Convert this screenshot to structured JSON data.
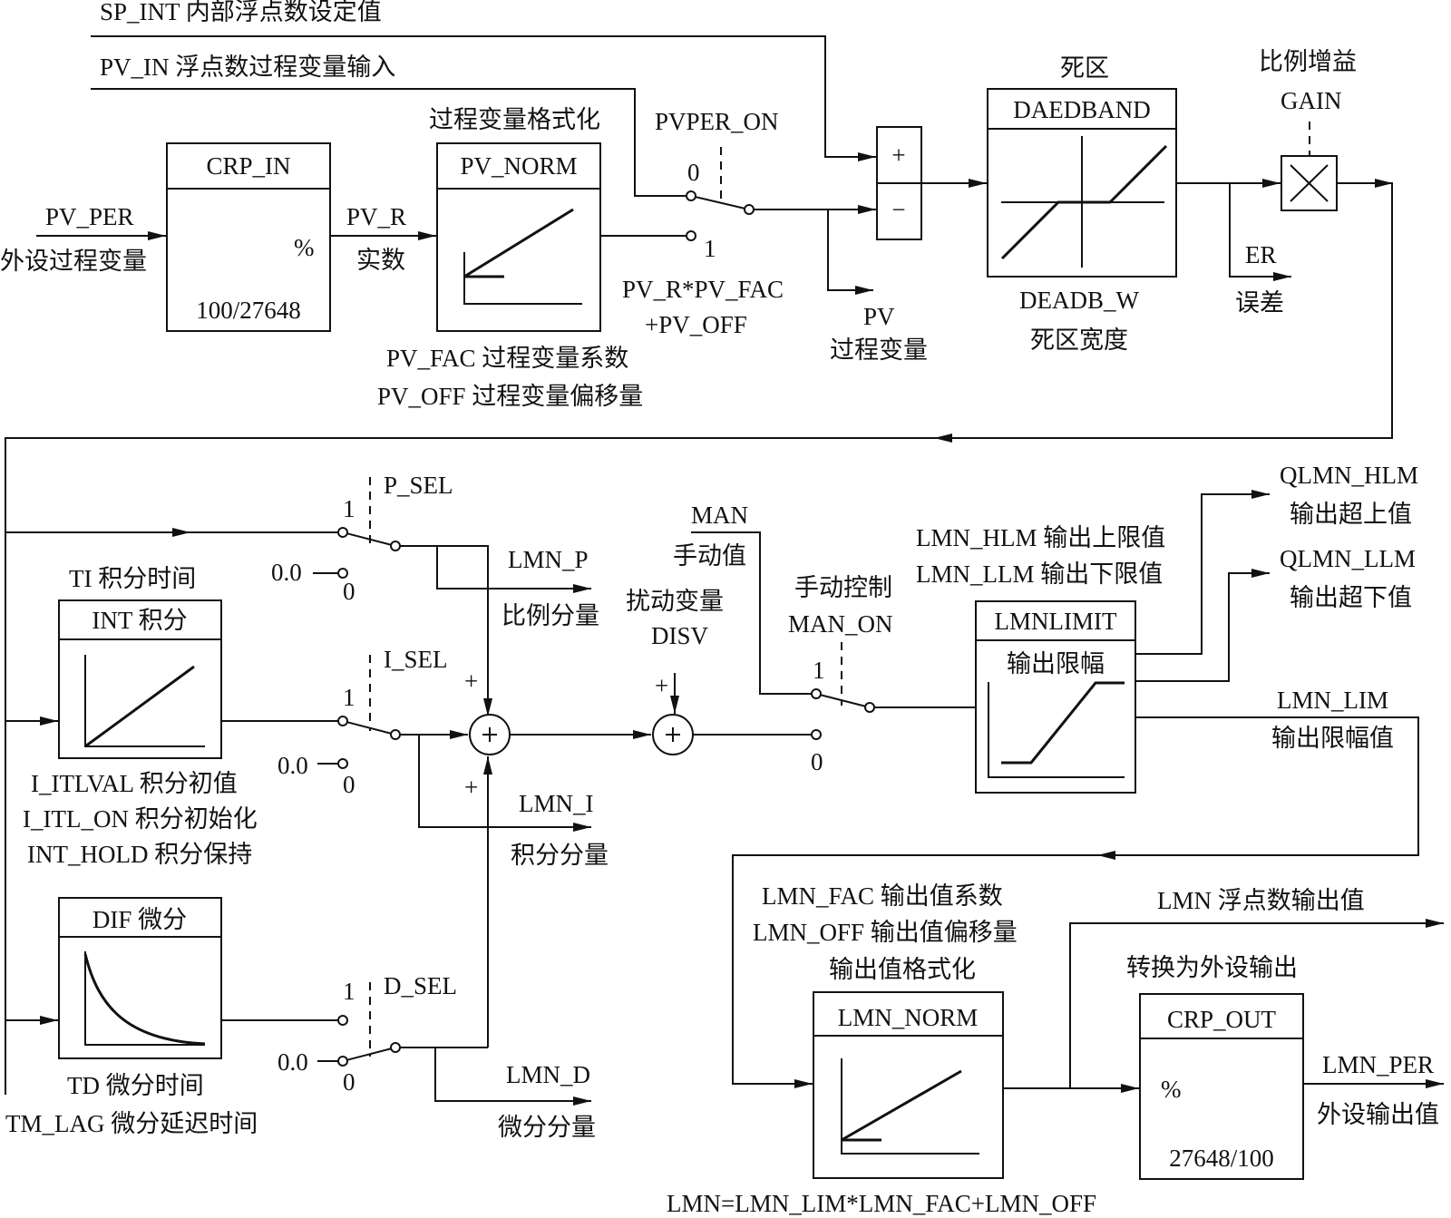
{
  "top": {
    "sp_int": "SP_INT 内部浮点数设定值",
    "pv_in": "PV_IN 浮点数过程变量输入",
    "pv_per": "PV_PER",
    "pv_per_desc": "外设过程变量",
    "pv_r": "PV_R",
    "pv_r_desc": "实数",
    "crp_in": {
      "title": "CRP_IN",
      "sym": "%",
      "ratio": "100/27648"
    },
    "pv_norm": {
      "caption": "过程变量格式化",
      "title": "PV_NORM"
    },
    "pv_fac": "PV_FAC 过程变量系数",
    "pv_off": "PV_OFF 过程变量偏移量",
    "pvper_on": "PVPER_ON",
    "sw0": "0",
    "sw1": "1",
    "pv_formula1": "PV_R*PV_FAC",
    "pv_formula2": "+PV_OFF",
    "sum_plus": "+",
    "sum_minus": "−",
    "pv": "PV",
    "pv_desc": "过程变量",
    "deadband": {
      "caption": "死区",
      "title": "DAEDBAND",
      "param": "DEADB_W",
      "param_desc": "死区宽度"
    },
    "gain_caption": "比例增益",
    "gain": "GAIN",
    "er": "ER",
    "er_desc": "误差"
  },
  "middle": {
    "p_sel": "P_SEL",
    "i_sel": "I_SEL",
    "d_sel": "D_SEL",
    "one": "1",
    "zero": "0",
    "zero_val": "0.0",
    "lmn_p": "LMN_P",
    "lmn_p_desc": "比例分量",
    "lmn_i": "LMN_I",
    "lmn_i_desc": "积分分量",
    "lmn_d": "LMN_D",
    "lmn_d_desc": "微分分量",
    "ti_caption": "TI 积分时间",
    "int_title": "INT 积分",
    "i_itlval": "I_ITLVAL 积分初值",
    "i_itl_on": "I_ITL_ON 积分初始化",
    "int_hold": "INT_HOLD 积分保持",
    "dif_title": "DIF 微分",
    "td": "TD 微分时间",
    "tm_lag": "TM_LAG 微分延迟时间",
    "plus": "+",
    "disv": "扰动变量",
    "disv_name": "DISV",
    "man": "MAN",
    "man_desc": "手动值",
    "man_ctrl": "手动控制",
    "man_on": "MAN_ON",
    "lmn_hlm": "LMN_HLM 输出上限值",
    "lmn_llm": "LMN_LLM 输出下限值",
    "lmnlimit": "LMNLIMIT",
    "lmnlimit_desc": "输出限幅",
    "qlmn_hlm": "QLMN_HLM",
    "qlmn_hlm_desc": "输出超上值",
    "qlmn_llm": "QLMN_LLM",
    "qlmn_llm_desc": "输出超下值",
    "lmn_lim": "LMN_LIM",
    "lmn_lim_desc": "输出限幅值"
  },
  "bottom": {
    "lmn_fac": "LMN_FAC 输出值系数",
    "lmn_off": "LMN_OFF 输出值偏移量",
    "lmn_norm_caption": "输出值格式化",
    "lmn_norm": "LMN_NORM",
    "lmn": "LMN 浮点数输出值",
    "crp_out_caption": "转换为外设输出",
    "crp_out": "CRP_OUT",
    "crp_out_sym": "%",
    "crp_out_ratio": "27648/100",
    "lmn_per": "LMN_PER",
    "lmn_per_desc": "外设输出值",
    "formula": "LMN=LMN_LIM*LMN_FAC+LMN_OFF"
  }
}
